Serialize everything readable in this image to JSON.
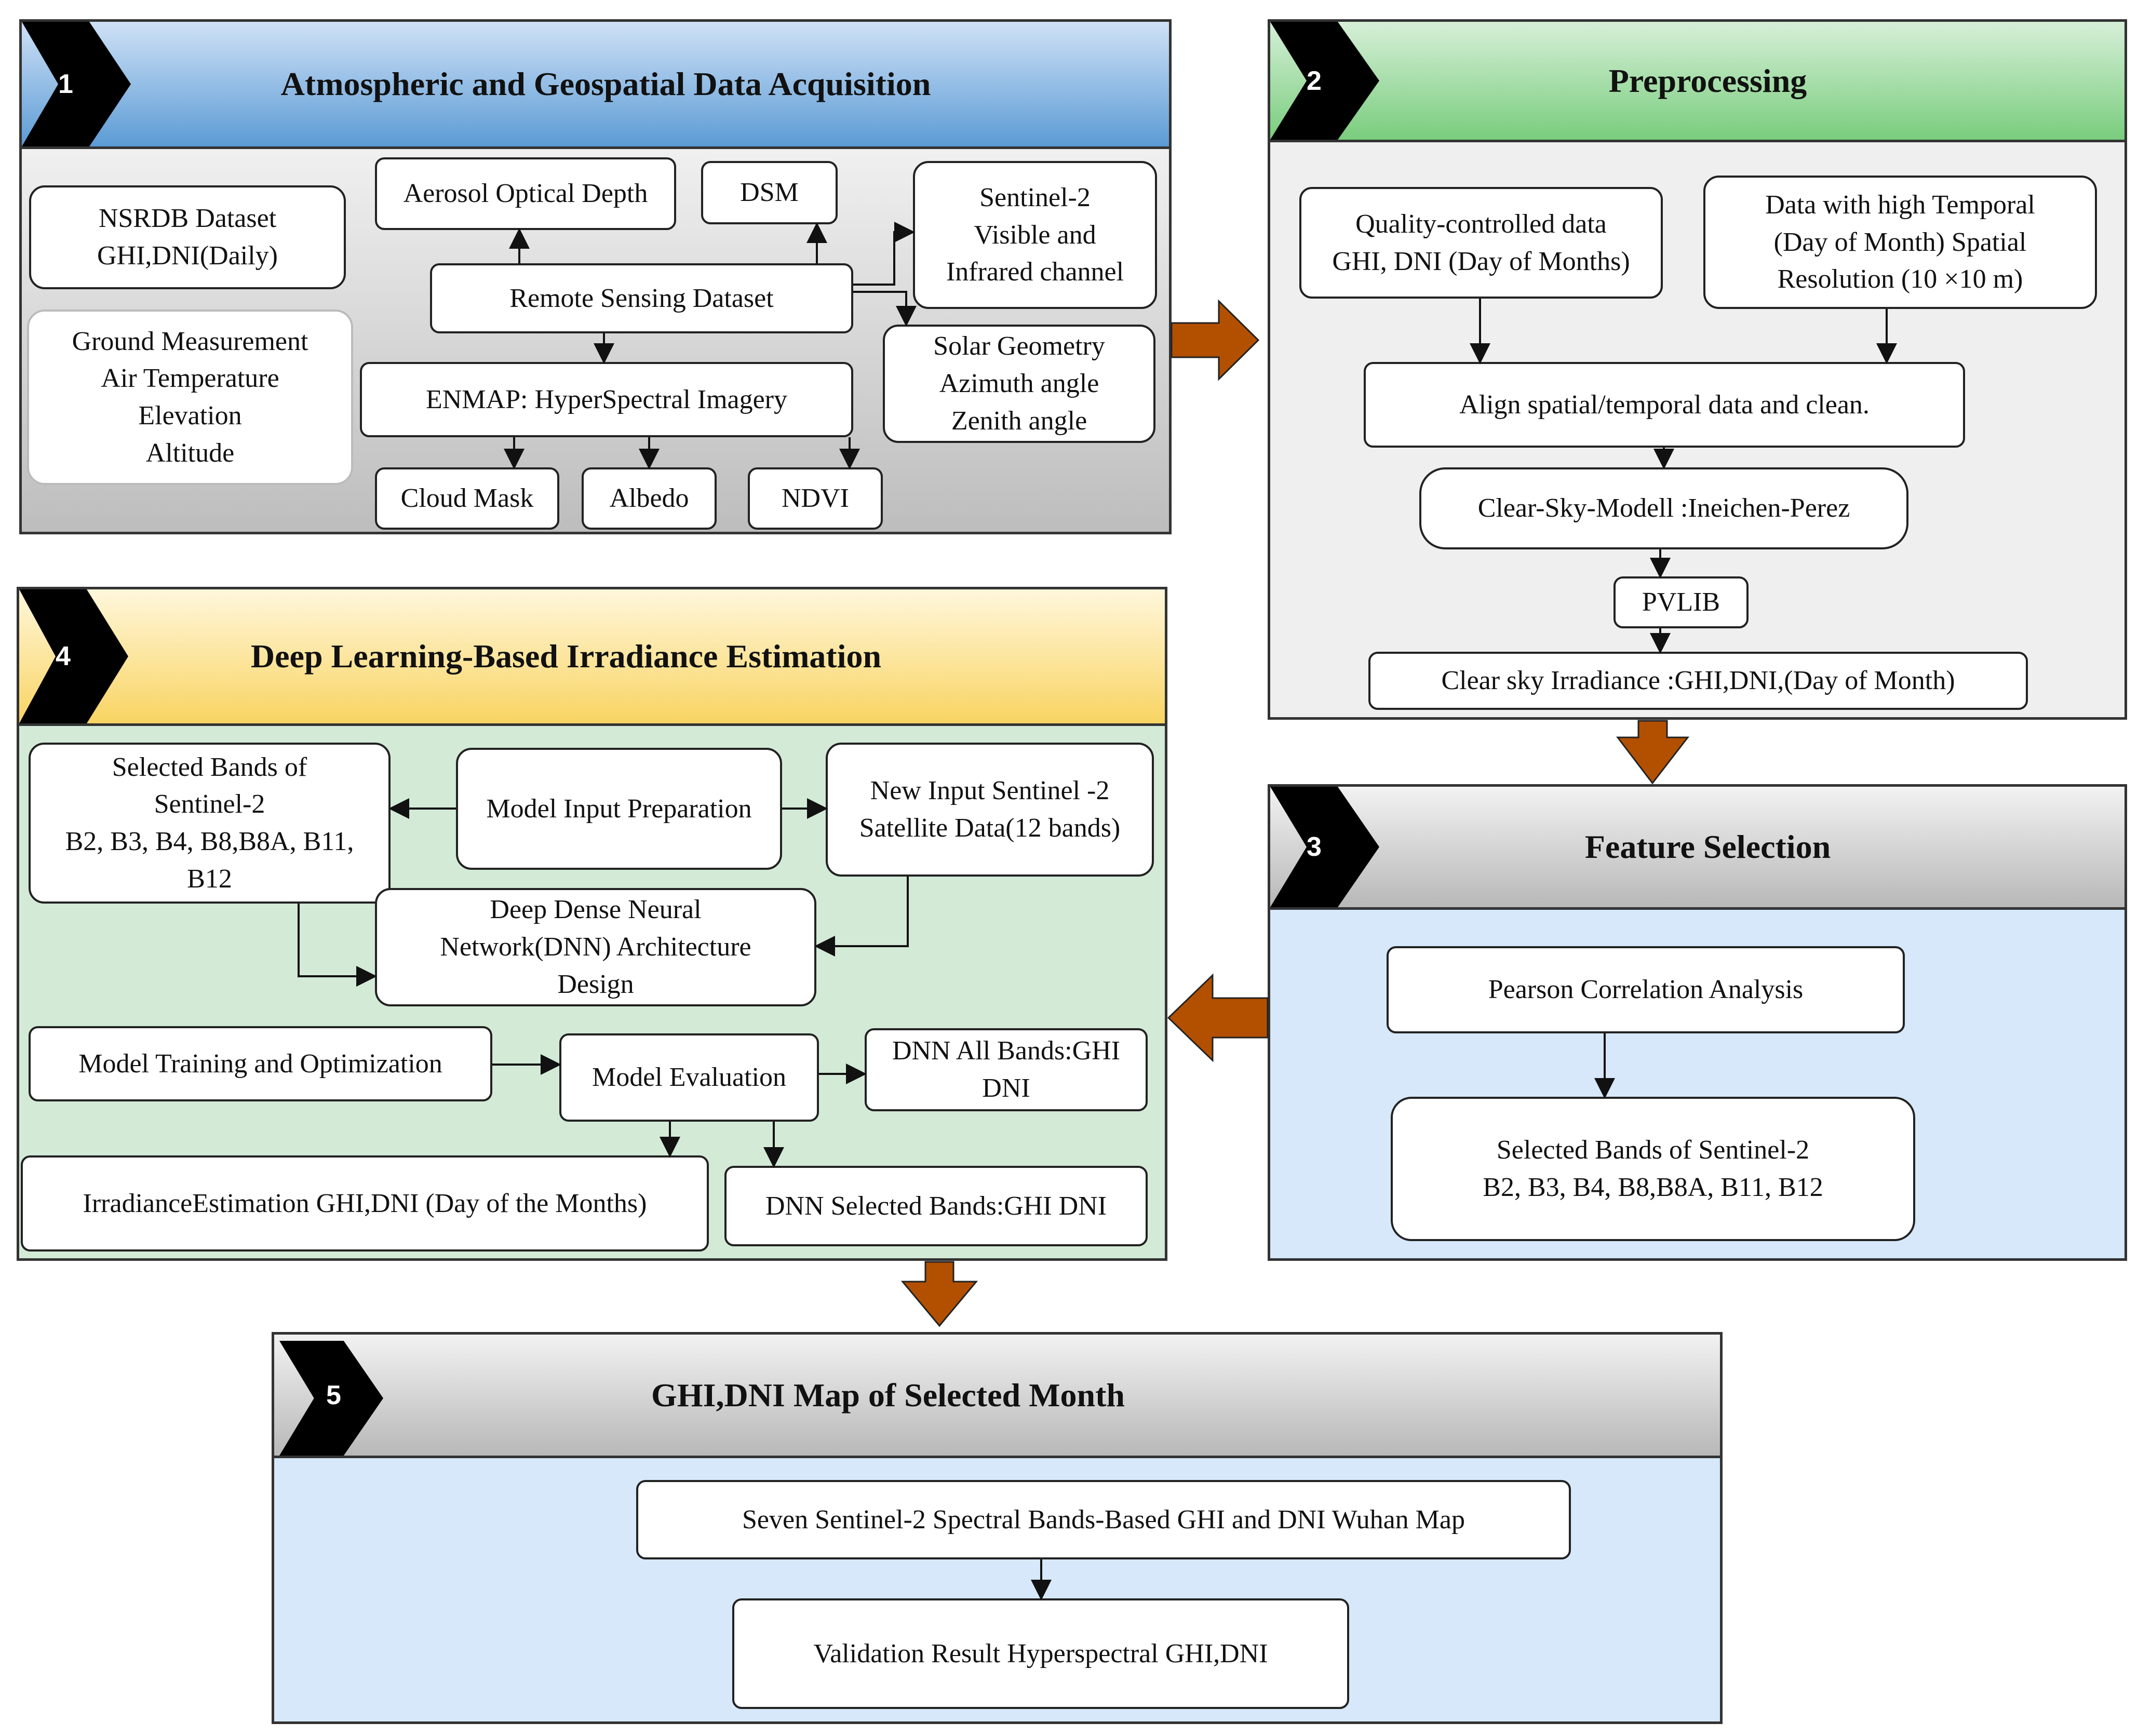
{
  "colors": {
    "flow_arrow": "#B35000",
    "panel1_header": "#5B9BD5",
    "panel2_header": "#79CD7D",
    "panel4_header": "#F9D462",
    "panel4_body": "#D3EAD7",
    "panel3_body": "#D6E8FA",
    "step_chevron": "#000000"
  },
  "panels": {
    "p1": {
      "number": "1",
      "title": "Atmospheric and Geospatial Data Acquisition",
      "nodes": {
        "nsrdb": [
          "NSRDB Dataset",
          "GHI,DNI(Daily)"
        ],
        "ground": [
          "Ground  Measurement",
          "Air Temperature",
          "Elevation",
          "Altitude"
        ],
        "aod": "Aerosol Optical Depth",
        "dsm": "DSM",
        "sentinel": [
          "Sentinel-2",
          "Visible and",
          "Infrared channel"
        ],
        "remote": "Remote Sensing Dataset",
        "solar": [
          "Solar Geometry",
          "Azimuth angle",
          "Zenith angle"
        ],
        "enmap": "ENMAP: HyperSpectral  Imagery",
        "cloud": "Cloud Mask",
        "albedo": "Albedo",
        "ndvi": "NDVI"
      }
    },
    "p2": {
      "number": "2",
      "title": "Preprocessing",
      "nodes": {
        "qc": [
          "Quality-controlled data",
          "GHI, DNI (Day of Months)"
        ],
        "hires": [
          "Data with high Temporal",
          "(Day of Month) Spatial",
          "Resolution (10 ×10 m)"
        ],
        "align": "Align spatial/temporal data and clean.",
        "clearsky": "Clear-Sky-Modell :Ineichen-Perez",
        "pvlib": "PVLIB",
        "irr": "Clear sky Irradiance :GHI,DNI,(Day of Month)"
      }
    },
    "p3": {
      "number": "3",
      "title": "Feature Selection",
      "nodes": {
        "pearson": "Pearson Correlation Analysis",
        "bands": [
          "Selected Bands of Sentinel-2",
          "B2, B3, B4, B8,B8A, B11, B12"
        ]
      }
    },
    "p4": {
      "number": "4",
      "title": "Deep Learning-Based Irradiance Estimation",
      "nodes": {
        "selbands": [
          "Selected Bands of",
          "Sentinel-2",
          "B2, B3, B4, B8,B8A, B11,",
          "B12"
        ],
        "input": "Model Input Preparation",
        "newinput": [
          "New Input Sentinel -2",
          "Satellite Data(12 bands)"
        ],
        "dnn": [
          "Deep Dense Neural",
          "Network(DNN) Architecture",
          "Design"
        ],
        "training": "Model Training and Optimization",
        "eval": "Model Evaluation",
        "allbands": [
          "DNN All Bands:GHI",
          "DNI"
        ],
        "estimation": "IrradianceEstimation GHI,DNI (Day of the Months)",
        "selected": "DNN Selected Bands:GHI DNI"
      }
    },
    "p5": {
      "number": "5",
      "title": "GHI,DNI Map of Selected Month",
      "nodes": {
        "map": "Seven Sentinel-2 Spectral Bands-Based GHI and DNI Wuhan Map",
        "validation": "Validation Result Hyperspectral GHI,DNI"
      }
    }
  }
}
